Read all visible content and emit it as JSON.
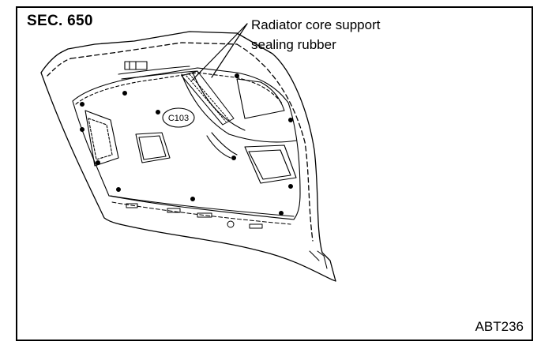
{
  "section_label": "SEC. 650",
  "callout": {
    "line1": "Radiator core support",
    "line2": "sealing rubber"
  },
  "clip_label": "C103",
  "reference_code": "ABT236"
}
